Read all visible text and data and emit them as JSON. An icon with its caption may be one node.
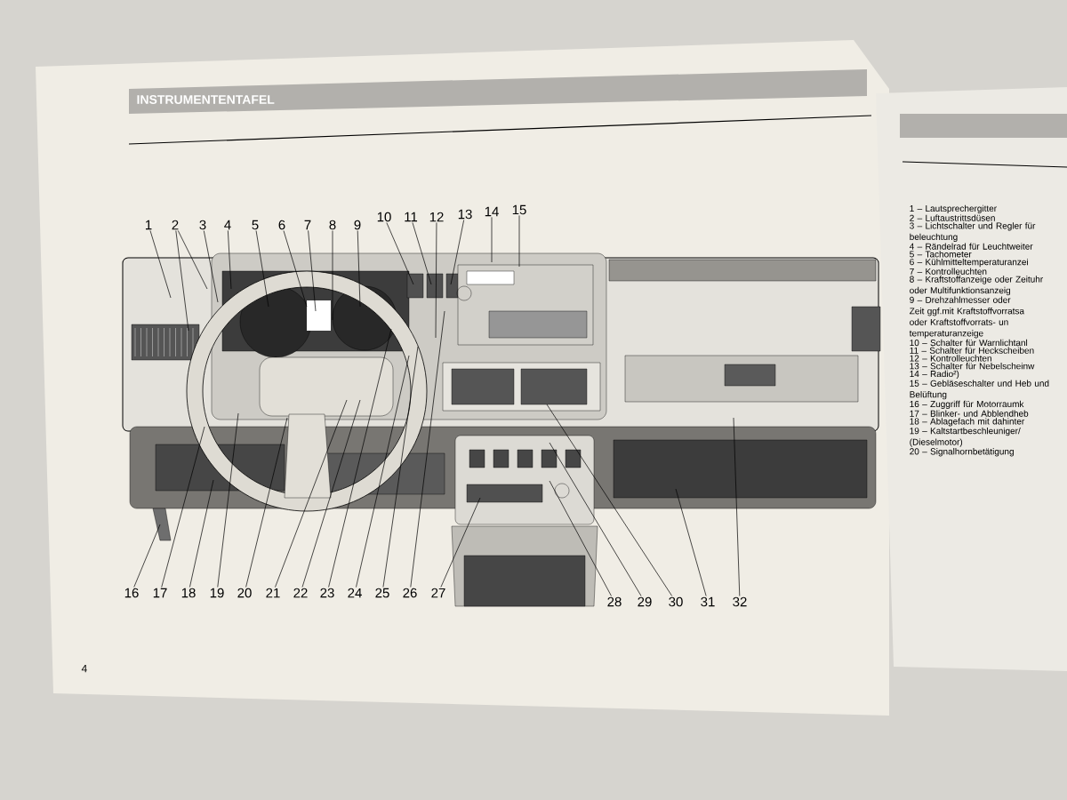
{
  "diagram": {
    "title": "INSTRUMENTENTAFEL",
    "nodes": [
      {
        "text": [
          "1"
        ]
      },
      {
        "text": [
          "2"
        ]
      },
      {
        "text": [
          "3"
        ]
      },
      {
        "text": [
          "4"
        ]
      },
      {
        "text": [
          "5"
        ]
      },
      {
        "text": [
          "6"
        ]
      },
      {
        "text": [
          "7"
        ]
      },
      {
        "text": [
          "8"
        ]
      },
      {
        "text": [
          "9"
        ]
      },
      {
        "text": [
          "10"
        ]
      },
      {
        "text": [
          "11"
        ]
      },
      {
        "text": [
          "12"
        ]
      },
      {
        "text": [
          "13"
        ]
      },
      {
        "text": [
          "14"
        ]
      },
      {
        "text": [
          "15"
        ]
      },
      {
        "text": [
          "16"
        ]
      },
      {
        "text": [
          "17"
        ]
      },
      {
        "text": [
          "18"
        ]
      },
      {
        "text": [
          "19"
        ]
      },
      {
        "text": [
          "20"
        ]
      },
      {
        "text": [
          "21"
        ]
      },
      {
        "text": [
          "22"
        ]
      },
      {
        "text": [
          "23"
        ]
      },
      {
        "text": [
          "24"
        ]
      },
      {
        "text": [
          "25"
        ]
      },
      {
        "text": [
          "26"
        ]
      },
      {
        "text": [
          "27"
        ]
      },
      {
        "text": [
          "28"
        ]
      },
      {
        "text": [
          "29"
        ]
      },
      {
        "text": [
          "30"
        ]
      },
      {
        "text": [
          "31"
        ]
      },
      {
        "text": [
          "32"
        ]
      }
    ],
    "edges": [
      {
        "from": 0,
        "to": null,
        "arrow": "none"
      },
      {
        "from": 1,
        "to": null,
        "arrow": "none"
      },
      {
        "from": 1,
        "to": null,
        "arrow": "none"
      },
      {
        "from": 2,
        "to": null,
        "arrow": "none"
      },
      {
        "from": 3,
        "to": null,
        "arrow": "none"
      },
      {
        "from": 4,
        "to": null,
        "arrow": "none"
      },
      {
        "from": 5,
        "to": null,
        "arrow": "none"
      },
      {
        "from": 6,
        "to": null,
        "arrow": "none"
      },
      {
        "from": 7,
        "to": null,
        "arrow": "none"
      },
      {
        "from": 8,
        "to": null,
        "arrow": "none"
      },
      {
        "from": 9,
        "to": null,
        "arrow": "none"
      },
      {
        "from": 10,
        "to": null,
        "arrow": "none"
      },
      {
        "from": 11,
        "to": null,
        "arrow": "none"
      },
      {
        "from": 12,
        "to": null,
        "arrow": "none"
      },
      {
        "from": 13,
        "to": null,
        "arrow": "none"
      },
      {
        "from": 14,
        "to": null,
        "arrow": "none"
      },
      {
        "from": 15,
        "to": null,
        "arrow": "none"
      },
      {
        "from": 16,
        "to": null,
        "arrow": "none"
      },
      {
        "from": 17,
        "to": null,
        "arrow": "none"
      },
      {
        "from": 18,
        "to": null,
        "arrow": "none"
      },
      {
        "from": 19,
        "to": null,
        "arrow": "none"
      },
      {
        "from": 20,
        "to": null,
        "arrow": "none"
      },
      {
        "from": 21,
        "to": null,
        "arrow": "none"
      },
      {
        "from": 22,
        "to": null,
        "arrow": "none"
      },
      {
        "from": 23,
        "to": null,
        "arrow": "none"
      },
      {
        "from": 24,
        "to": null,
        "arrow": "none"
      },
      {
        "from": 25,
        "to": null,
        "arrow": "none"
      },
      {
        "from": 26,
        "to": null,
        "arrow": "none"
      },
      {
        "from": 27,
        "to": null,
        "arrow": "none"
      },
      {
        "from": 28,
        "to": null,
        "arrow": "none"
      },
      {
        "from": 29,
        "to": null,
        "arrow": "none"
      },
      {
        "from": 30,
        "to": null,
        "arrow": "none"
      },
      {
        "from": 31,
        "to": null,
        "arrow": "none"
      }
    ],
    "labels": [
      "4",
      "1 – Lautsprechergitter",
      "2 – Luftaustrittsdüsen",
      "3 – Lichtschalter und Regler für beleuchtung",
      "4 – Rändelrad für Leuchtweiter",
      "5 – Tachometer",
      "6 – Kühlmitteltemperaturanzei",
      "7 – Kontrolleuchten",
      "8 – Kraftstoffanzeige oder Zeituhr oder Multifunktionsanzeig",
      "9 – Drehzahlmesser oder Zeit ggf.mit Kraftstoffvorratsa oder Kraftstoffvorrats- un temperaturanzeige",
      "10 – Schalter für Warnlichtanl",
      "11 – Schalter für Heckscheiben",
      "12 – Kontrolleuchten",
      "13 – Schalter für Nebelscheinw",
      "14 – Radio²)",
      "15 – Gebläseschalter und Heb und Belüftung",
      "16 – Zuggriff für Motorraumk",
      "17 – Blinker- und Abblendheb",
      "18 – Ablagefach mit dahinter",
      "19 – Kaltstartbeschleuniger/ (Dieselmotor)",
      "20 – Signalhornbetätigung"
    ]
  }
}
